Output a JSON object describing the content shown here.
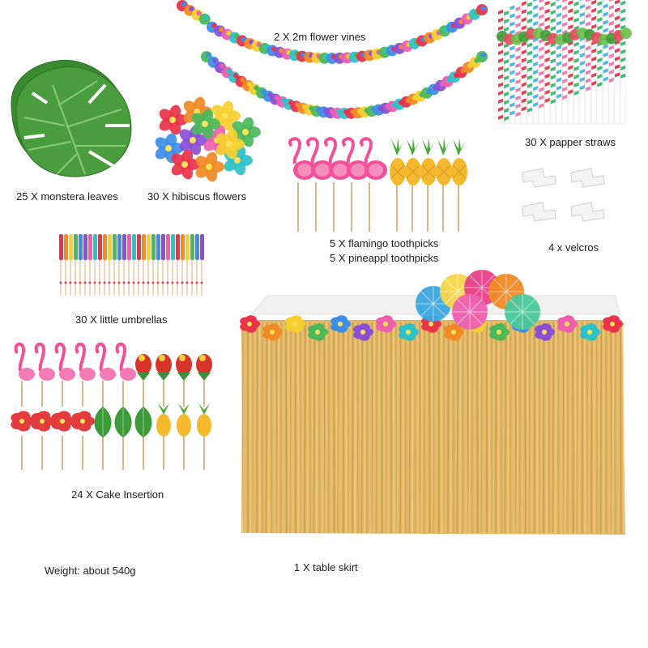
{
  "labels": {
    "flower_vines": "2 X 2m flower vines",
    "straws": "30 X papper straws",
    "monstera": "25 X monstera leaves",
    "hibiscus": "30 X hibiscus flowers",
    "velcros": "4 x velcros",
    "flamingo": "5 X flamingo toothpicks",
    "pineapple": "5 X pineappl toothpicks",
    "umbrellas": "30 X little umbrellas",
    "cake": "24 X Cake Insertion",
    "weight": "Weight: about 540g",
    "table_skirt": "1 X table skirt"
  },
  "colors": {
    "skirt": "#e2b867",
    "leaf": "#3f8f35",
    "flamingo": "#f2509a",
    "pineapple": "#f5b92e",
    "straw_red": "#e94056",
    "straw_green": "#3bbf73",
    "straw_blue": "#4cb8e6"
  }
}
